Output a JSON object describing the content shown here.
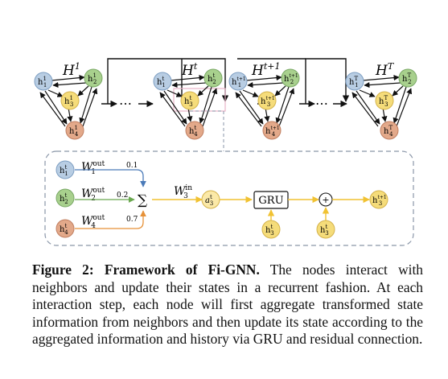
{
  "figure": {
    "colors": {
      "node_blue": "#b8cde3",
      "node_blue_stroke": "#7d9ec2",
      "node_green": "#a8d08d",
      "node_green_stroke": "#7aa866",
      "node_yellow": "#f5dc7a",
      "node_yellow_stroke": "#d4b24a",
      "node_salmon": "#e3a98a",
      "node_salmon_stroke": "#c07e60",
      "arrow_blue": "#4a7ab8",
      "arrow_green": "#6aa84f",
      "arrow_orange": "#e69138",
      "arrow_yellow": "#f1c232",
      "dashed_border": "#8a96a8",
      "highlight": "#e8b4c8"
    },
    "graph_labels": {
      "g1": "H",
      "g1_sup": "1",
      "gt": "H",
      "gt_sup": "t",
      "gt1": "H",
      "gt1_sup": "t+1",
      "gT": "H",
      "gT_sup": "T"
    },
    "ellipsis": "⋯",
    "node_base": "h",
    "graph1_nodes": {
      "n1_sub": "1",
      "n1_sup": "1",
      "n2_sub": "2",
      "n2_sup": "1",
      "n3_sub": "3",
      "n3_sup": "1",
      "n4_sub": "4",
      "n4_sup": "1"
    },
    "grapht_nodes": {
      "n1_sub": "1",
      "n1_sup": "t",
      "n2_sub": "2",
      "n2_sup": "t",
      "n3_sub": "3",
      "n3_sup": "t",
      "n4_sub": "4",
      "n4_sup": "t"
    },
    "grapht1_nodes": {
      "n1_sub": "1",
      "n1_sup": "t+1",
      "n2_sub": "2",
      "n2_sup": "t+1",
      "n3_sub": "3",
      "n3_sup": "t+1",
      "n4_sub": "4",
      "n4_sup": "t+1"
    },
    "graphT_nodes": {
      "n1_sub": "1",
      "n1_sup": "T",
      "n2_sub": "2",
      "n2_sup": "T",
      "n3_sub": "3",
      "n3_sup": "T",
      "n4_sub": "4",
      "n4_sup": "T"
    },
    "detail": {
      "in1": {
        "sub": "1",
        "sup": "t"
      },
      "in2": {
        "sub": "2",
        "sup": "t"
      },
      "in4": {
        "sub": "4",
        "sup": "t"
      },
      "w1": {
        "base": "W",
        "sub": "1",
        "sup": "out",
        "weight": "0.1"
      },
      "w2": {
        "base": "W",
        "sub": "2",
        "sup": "out",
        "weight": "0.2"
      },
      "w4": {
        "base": "W",
        "sub": "4",
        "sup": "out",
        "weight": "0.7"
      },
      "sum_symbol": "∑",
      "w3in": {
        "base": "W",
        "sub": "3",
        "sup": "in"
      },
      "a3": {
        "base": "a",
        "sub": "3",
        "sup": "t"
      },
      "gru_label": "GRU",
      "plus_symbol": "+",
      "h3_gru": {
        "sub": "3",
        "sup": "t"
      },
      "h3_res": {
        "sub": "3",
        "sup": "t"
      },
      "out": {
        "sub": "3",
        "sup": "t+1"
      }
    }
  },
  "caption": {
    "label": "Figure 2: Framework of Fi-GNN.",
    "text": "The nodes interact with neighbors and update their states in a recurrent fashion. At each interaction step, each node will first aggregate transformed state information from neighbors and then update its state according to the aggregated information and history via GRU and residual connection."
  }
}
